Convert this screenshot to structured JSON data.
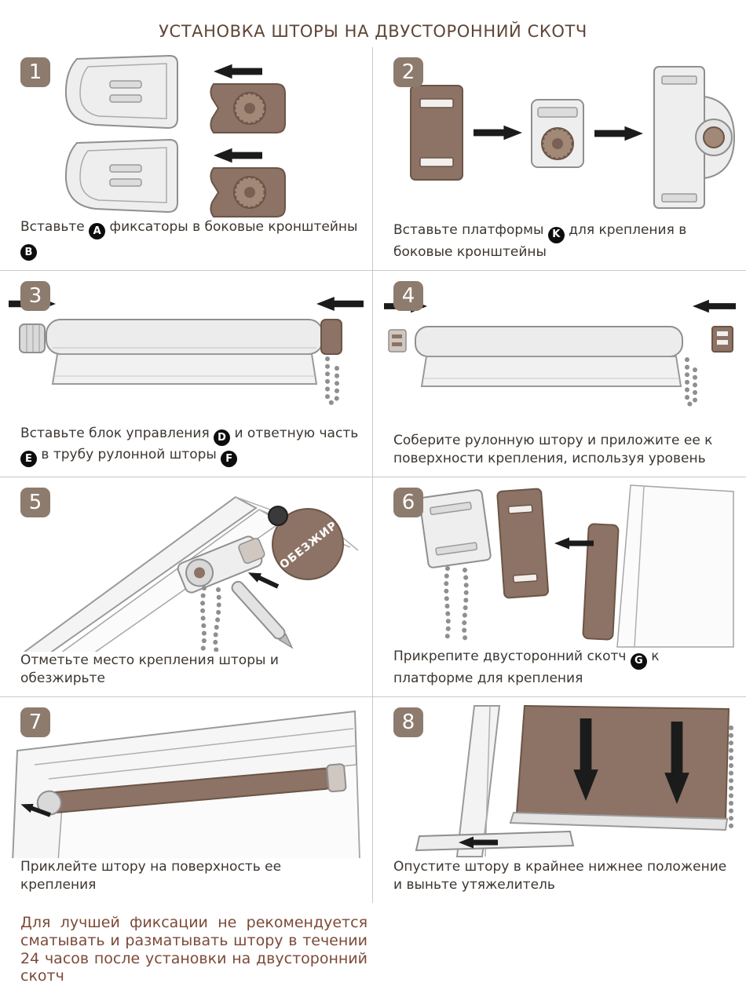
{
  "title": "УСТАНОВКА ШТОРЫ НА ДВУСТОРОННИЙ СКОТЧ",
  "steps": [
    {
      "number": "1",
      "segments": [
        {
          "text": "Вставьте "
        },
        {
          "badge": "A"
        },
        {
          "text": " фиксаторы в боковые кронштейны "
        },
        {
          "badge": "B"
        }
      ]
    },
    {
      "number": "2",
      "segments": [
        {
          "text": "Вставьте платформы "
        },
        {
          "badge": "K"
        },
        {
          "text": " для крепления в боковые кронштейны"
        }
      ]
    },
    {
      "number": "3",
      "segments": [
        {
          "text": "Вставьте блок управления "
        },
        {
          "badge": "D"
        },
        {
          "text": " и ответную часть "
        },
        {
          "badge": "E"
        },
        {
          "text": " в трубу рулонной шторы "
        },
        {
          "badge": "F"
        }
      ]
    },
    {
      "number": "4",
      "segments": [
        {
          "text": "Соберите рулонную штору и приложите ее к поверхности крепления, используя уровень"
        }
      ]
    },
    {
      "number": "5",
      "segments": [
        {
          "text": "Отметьте место крепления шторы и обезжирьте"
        }
      ]
    },
    {
      "number": "6",
      "segments": [
        {
          "text": "Прикрепите двусторонний скотч "
        },
        {
          "badge": "G"
        },
        {
          "text": " к платформе для крепления"
        }
      ]
    },
    {
      "number": "7",
      "segments": [
        {
          "text": "Приклейте штору на поверхность ее крепления"
        }
      ]
    },
    {
      "number": "8",
      "segments": [
        {
          "text": "Опустите штору в крайнее нижнее положение и выньте утяжелитель"
        }
      ]
    }
  ],
  "labels": {
    "degreaser": "ОБЕЗЖИР"
  },
  "footer": "Для лучшей фиксации не рекомендуется сматывать и разматывать штору в течении 24 часов после установки на двусторонний скотч",
  "colors": {
    "step_badge": "#8d7b6e",
    "letter_badge": "#0d0d0d",
    "illustration_brown": "#8d7365",
    "title": "#5f4537",
    "footer": "#7c4a38",
    "caption": "#3c3631",
    "grid_line": "#c9c9c9"
  }
}
